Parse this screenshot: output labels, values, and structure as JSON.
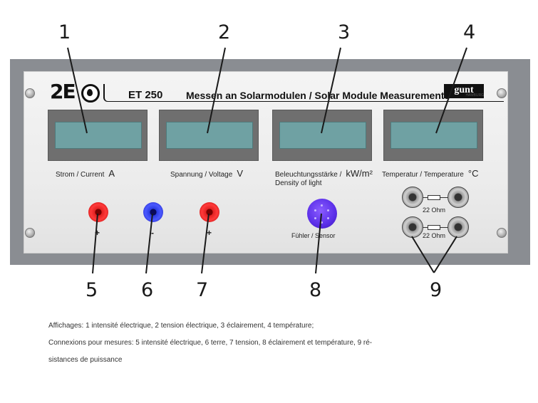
{
  "callouts": [
    "1",
    "2",
    "3",
    "4",
    "5",
    "6",
    "7",
    "8",
    "9"
  ],
  "device": {
    "brand": "2E",
    "model": "ET 250",
    "title": "Messen an Solarmodulen / Solar Module Measurements",
    "maker": "gunt",
    "maker_sub": "HAMBURG"
  },
  "displays": [
    {
      "label": "Strom / Current",
      "unit": "A"
    },
    {
      "label": "Spannung / Voltage",
      "unit": "V"
    },
    {
      "label": "Beleuchtungsstärke /",
      "label2": "Density of light",
      "unit": "kW/m²"
    },
    {
      "label": "Temperatur / Temperature",
      "unit": "°C"
    }
  ],
  "jacks": [
    {
      "color": "#e02020",
      "sign": "+"
    },
    {
      "color": "#2a3ae0",
      "sign": "-"
    },
    {
      "color": "#e02020",
      "sign": "+"
    }
  ],
  "sensor": {
    "label": "Fühler / Sensor",
    "color": "#5a2ee8"
  },
  "resistors": [
    {
      "label": "22 Ohm"
    },
    {
      "label": "22 Ohm"
    }
  ],
  "caption": {
    "line1": "Affichages: 1 intensité électrique, 2 tension électrique, 3 éclairement, 4 température;",
    "line2": "Connexions pour mesures: 5 intensité électrique, 6 terre, 7 tension, 8 éclairement et température, 9 ré-",
    "line3": "sistances de puissance"
  }
}
